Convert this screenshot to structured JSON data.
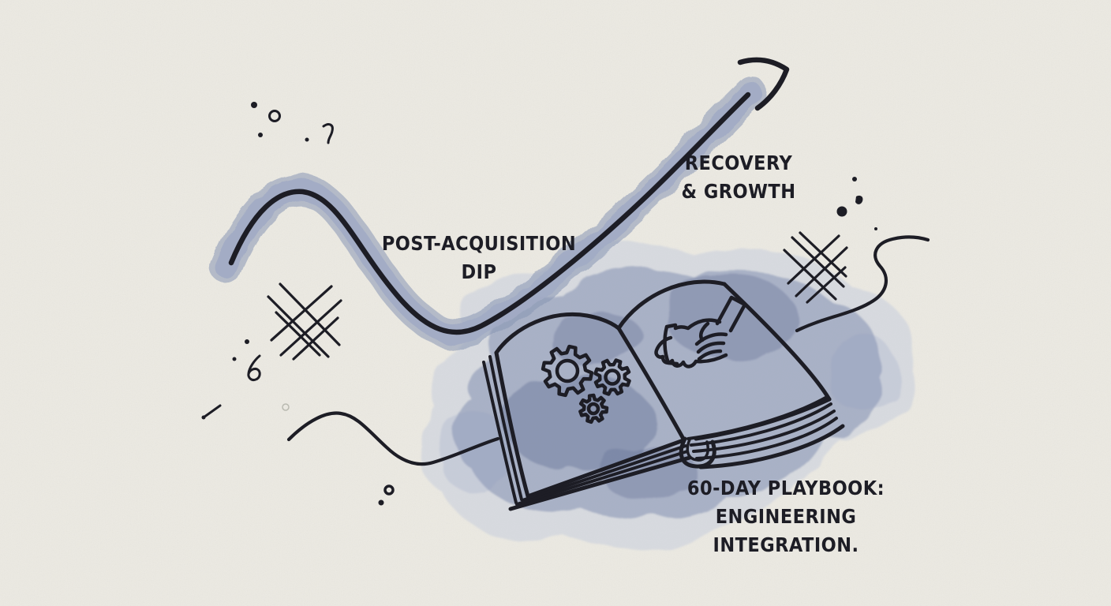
{
  "palette": {
    "paper": "#f0eee7",
    "ink": "#1d1d25",
    "band_outer": "#8795b2",
    "band_inner": "#a2abc4",
    "wash_fringe": "#c6cddc",
    "wash_mid": "#8d98b6",
    "wash_dark": "#69769a",
    "wash_soft": "#b7c0d3",
    "faint_gray": "#b9b9b0"
  },
  "labels": {
    "dip": {
      "line1": "POST-ACQUISITION",
      "line2": "DIP"
    },
    "growth": {
      "line1": "RECOVERY",
      "line2": "& GROWTH"
    },
    "playbook": {
      "line1": "60-DAY PLAYBOOK:",
      "line2": "ENGINEERING",
      "line3": "INTEGRATION."
    }
  },
  "icons": {
    "arrow": "trend-arrow-icon",
    "book": "open-book-icon",
    "gears": "gears-icon",
    "handshake": "handshake-icon",
    "crosshatch": "crosshatch-doodle",
    "squiggle": "squiggle-doodle",
    "splatter": "ink-splatter-dots"
  }
}
